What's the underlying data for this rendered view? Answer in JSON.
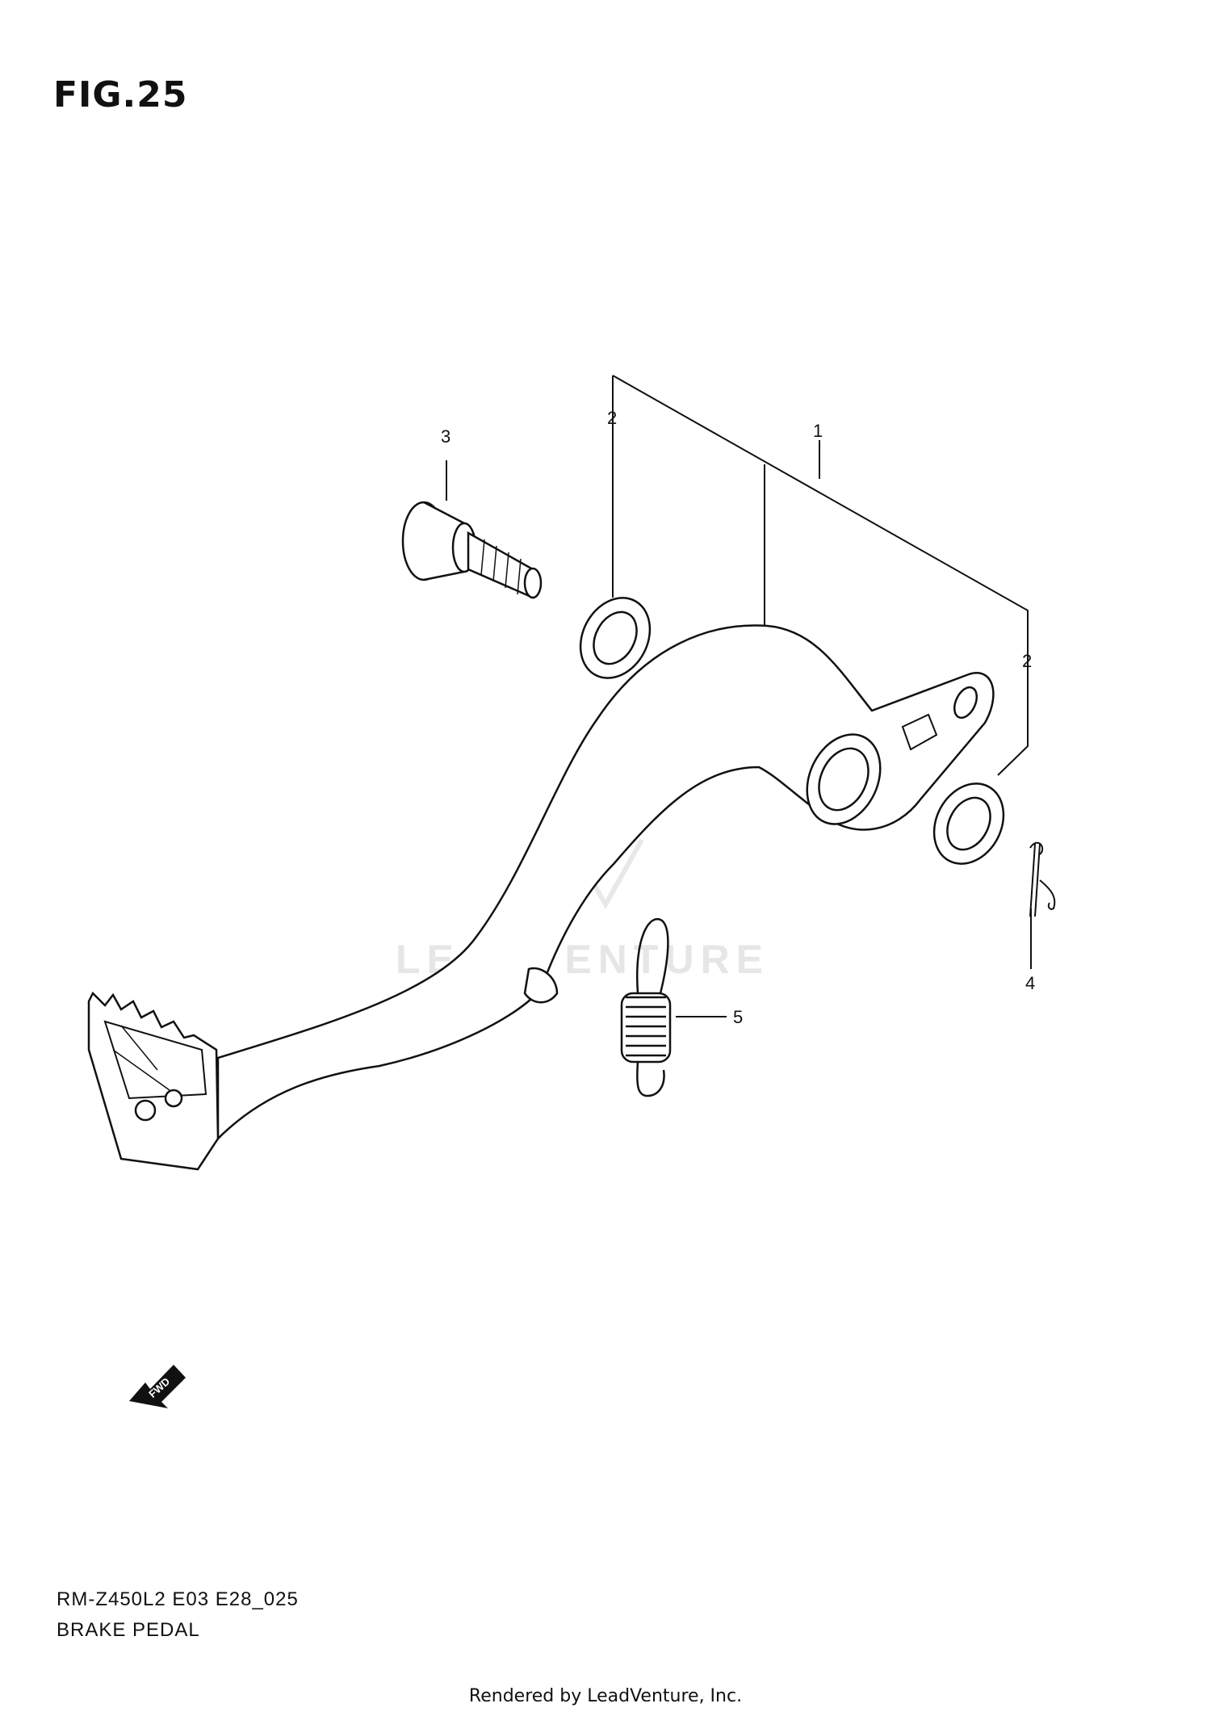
{
  "figure": {
    "title": "FIG.25"
  },
  "callouts": {
    "pedal": "1",
    "seal_a": "2",
    "seal_b": "2",
    "bolt": "3",
    "pin": "4",
    "spring": "5"
  },
  "fwd": {
    "label": "FWD"
  },
  "watermark": {
    "text": "LEADVENTURE"
  },
  "footer": {
    "code": "RM-Z450L2 E03 E28_025",
    "name": "BRAKE PEDAL",
    "rendered": "Rendered by LeadVenture, Inc."
  }
}
